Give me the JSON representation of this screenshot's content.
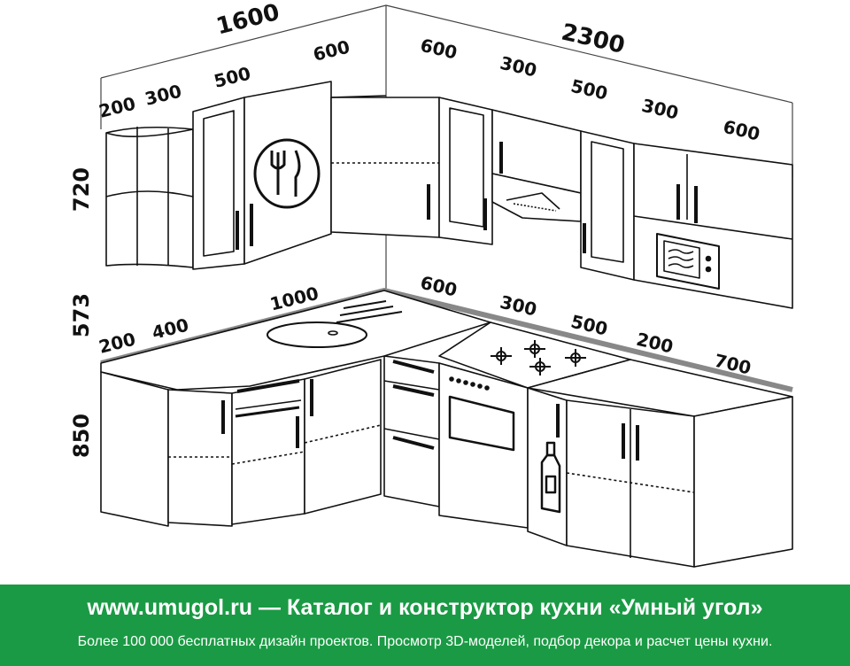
{
  "dimensions": {
    "wall_left_total": "1600",
    "wall_right_total": "2300",
    "upper_left_a": "200",
    "upper_left_b": "300",
    "upper_left_c": "500",
    "upper_left_d": "600",
    "upper_right_a": "600",
    "upper_right_b": "300",
    "upper_right_c": "500",
    "upper_right_d": "300",
    "upper_right_e": "600",
    "height_upper": "720",
    "height_gap": "573",
    "height_base": "850",
    "base_left_a": "200",
    "base_left_b": "400",
    "base_left_c": "1000",
    "base_right_a": "600",
    "base_right_b": "300",
    "base_right_c": "500",
    "base_right_d": "200",
    "base_right_e": "700"
  },
  "banner": {
    "title": "www.umugol.ru — Каталог и конструктор кухни «Умный угол»",
    "subtitle": "Более 100 000 бесплатных дизайн проектов. Просмотр 3D-моделей, подбор декора и расчет цены кухни."
  },
  "colors": {
    "banner_bg": "#1a9a44",
    "line": "#111111",
    "floor_line": "#999999"
  },
  "icons": [
    "fork-knife-icon",
    "microwave-icon",
    "bottle-icon",
    "cooktop-icon",
    "sink-icon",
    "range-hood-icon"
  ]
}
